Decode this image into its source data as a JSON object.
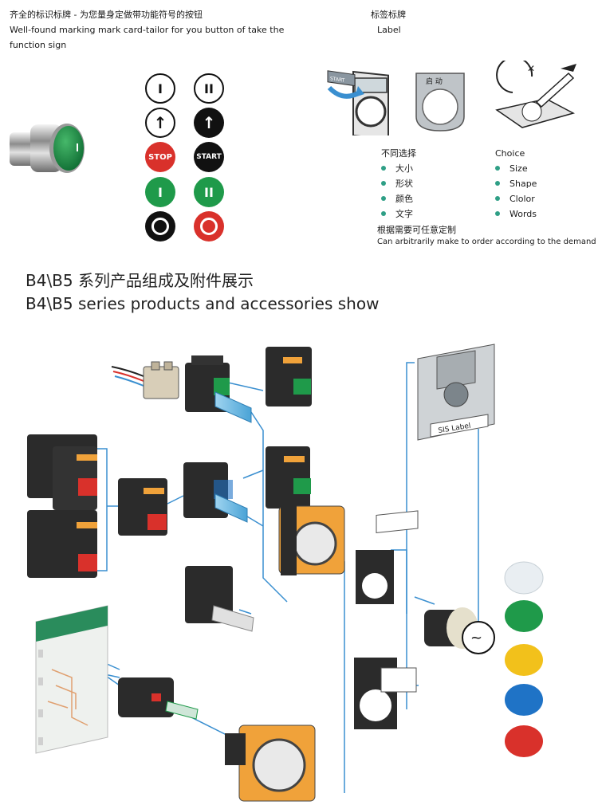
{
  "intro": {
    "line_cn": "齐全的标识标牌 - 为您量身定做带功能符号的按钮",
    "line_en_1": "Well-found marking mark card-tailor for you button of take the",
    "line_en_2": "function sign"
  },
  "symbols": [
    {
      "name": "off-symbol-white",
      "glyph": "I"
    },
    {
      "name": "double-bar-symbol-white",
      "glyph": "II"
    },
    {
      "name": "up-arrow-white",
      "glyph": "↑"
    },
    {
      "name": "up-arrow-black",
      "glyph": "↑"
    },
    {
      "name": "stop-symbol",
      "glyph": "STOP"
    },
    {
      "name": "start-symbol",
      "glyph": "START"
    },
    {
      "name": "green-single-bar",
      "glyph": "I"
    },
    {
      "name": "green-double-bar",
      "glyph": "II"
    },
    {
      "name": "black-ring",
      "glyph": "O"
    },
    {
      "name": "red-ring",
      "glyph": "O"
    }
  ],
  "label_section": {
    "title_cn": "标签标牌",
    "title_en": "Label",
    "plate_text": "启  动",
    "start_text": "START",
    "choice_cn_title": "不同选择",
    "choice_en_title": "Choice",
    "choices_cn": [
      "大小",
      "形状",
      "颜色",
      "文字"
    ],
    "choices_en": [
      "Size",
      "Shape",
      "Clolor",
      "Words"
    ],
    "custom_cn": "根据需要可任意定制",
    "custom_en": "Can arbitrarily make to order according to the demand"
  },
  "series": {
    "title_cn": "B4\\B5 系列产品组成及附件展示",
    "title_en": "B4\\B5 series products and accessories show"
  },
  "diagram": {
    "sis_label": "SIS Label",
    "colors": {
      "line": "#3a8fd0",
      "body": "#2b2b2b",
      "orange": "#f0a23a",
      "green_cap": "#1f9a4a",
      "red_cap": "#d9312b",
      "blue_cap": "#1f73c6",
      "yellow_cap": "#f2c11b",
      "white_cap": "#e9eef2"
    }
  }
}
